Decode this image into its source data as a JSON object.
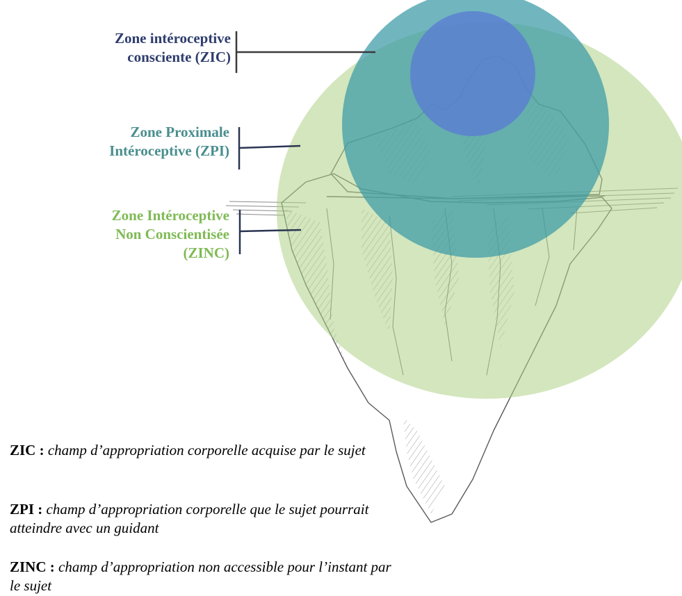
{
  "labels": {
    "zic": {
      "line1": "Zone intéroceptive",
      "line2": "consciente (ZIC)"
    },
    "zpi": {
      "line1": "Zone Proximale",
      "line2": "Intéroceptive (ZPI)"
    },
    "zinc": {
      "line1": "Zone Intéroceptive",
      "line2": "Non Conscientisée",
      "line3": "(ZINC)"
    }
  },
  "definitions": [
    {
      "term": "ZIC :",
      "text": "champ d’appropriation corporelle acquise par le sujet"
    },
    {
      "term": "ZPI :",
      "text": "champ d’appropriation corporelle que le sujet pourrait atteindre avec un guidant"
    },
    {
      "term": "ZINC :",
      "text": "champ d’appropriation non accessible pour l’instant par le sujet"
    }
  ],
  "colors": {
    "zic_label": "#2e3d6e",
    "zpi_label": "#4a8e8e",
    "zinc_label": "#7fba55",
    "zinc_circle": "#aed187",
    "zpi_circle": "#3a9aa6",
    "zic_circle": "#5a7cd4",
    "bracket": "#2a3552",
    "sketch": "#555555"
  }
}
